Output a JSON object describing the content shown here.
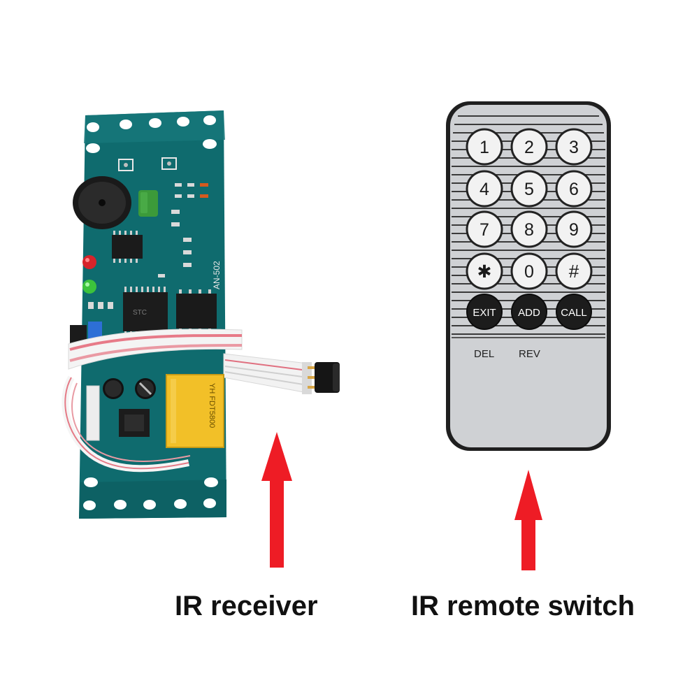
{
  "captions": {
    "receiver": "IR receiver",
    "remote": "IR remote switch"
  },
  "remote": {
    "keys": [
      "1",
      "2",
      "3",
      "4",
      "5",
      "6",
      "7",
      "8",
      "9",
      "✱",
      "0",
      "#"
    ],
    "function_keys": [
      "EXIT",
      "ADD",
      "CALL"
    ],
    "sub_labels": [
      "DEL",
      "REV"
    ]
  },
  "board": {
    "silkscreen": [
      "AN-502",
      "STC",
      "YH FDT5800"
    ]
  },
  "colors": {
    "arrow": "#ee1c25",
    "pcb": "#0f6b6e",
    "remote_body": "#cfd1d4",
    "remote_key": "#f2f2f2",
    "function_key": "#1c1c1c",
    "relay": "#f2c028"
  }
}
